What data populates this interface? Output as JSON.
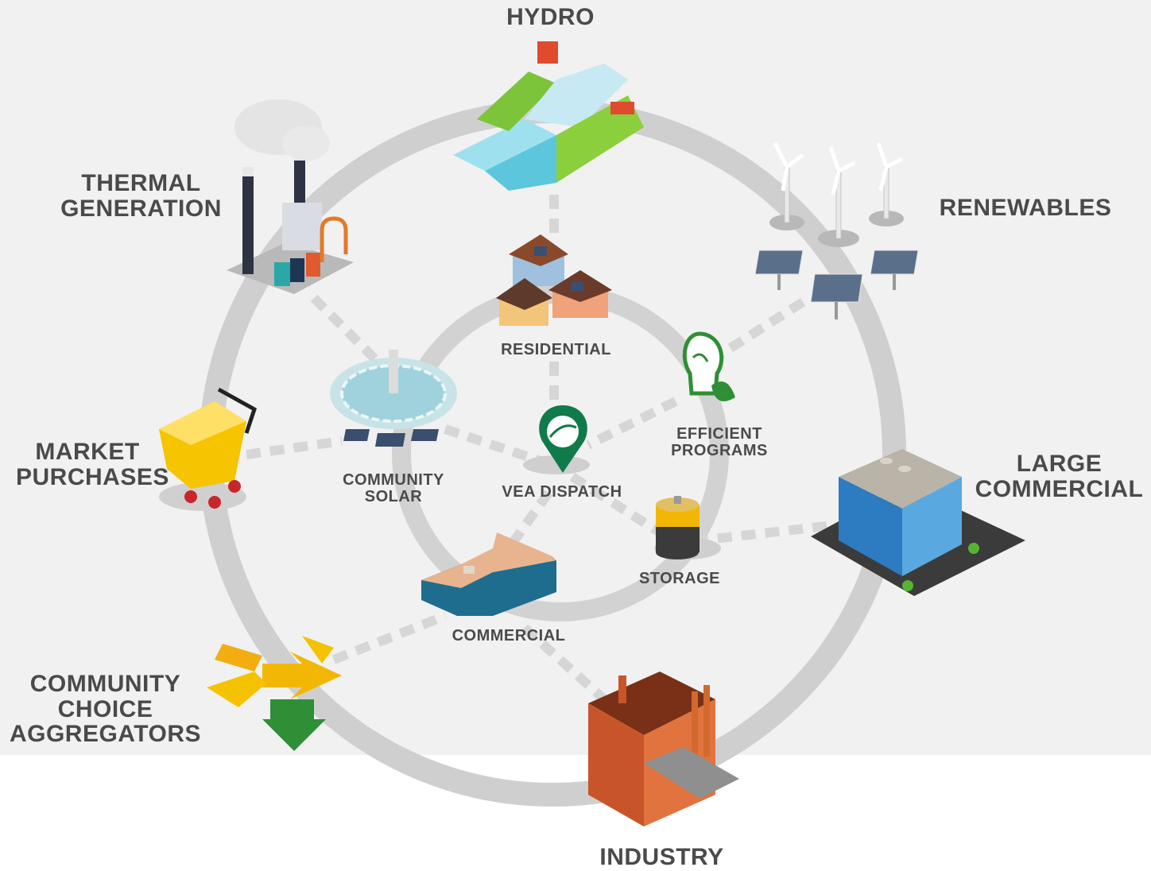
{
  "nodes": {
    "hydro": "HYDRO",
    "thermal": [
      "THERMAL",
      "GENERATION"
    ],
    "renewables": "RENEWABLES",
    "market": [
      "MARKET",
      "PURCHASES"
    ],
    "large_commercial": [
      "LARGE",
      "COMMERCIAL"
    ],
    "cca": [
      "COMMUNITY",
      "CHOICE",
      "AGGREGATORS"
    ],
    "industry": "INDUSTRY",
    "residential": "RESIDENTIAL",
    "community_solar": [
      "COMMUNITY",
      "SOLAR"
    ],
    "vea_dispatch": "VEA DISPATCH",
    "efficient": [
      "EFFICIENT",
      "PROGRAMS"
    ],
    "storage": "STORAGE",
    "commercial": "COMMERCIAL"
  },
  "colors": {
    "ring": "#cfcfcf",
    "connector": "#d6d6d6",
    "label": "#4a4a4a",
    "panel": "#f1f1f1",
    "pin": "#0f7a4a",
    "arrow": "#f2b705",
    "brick": "#c8552a"
  }
}
